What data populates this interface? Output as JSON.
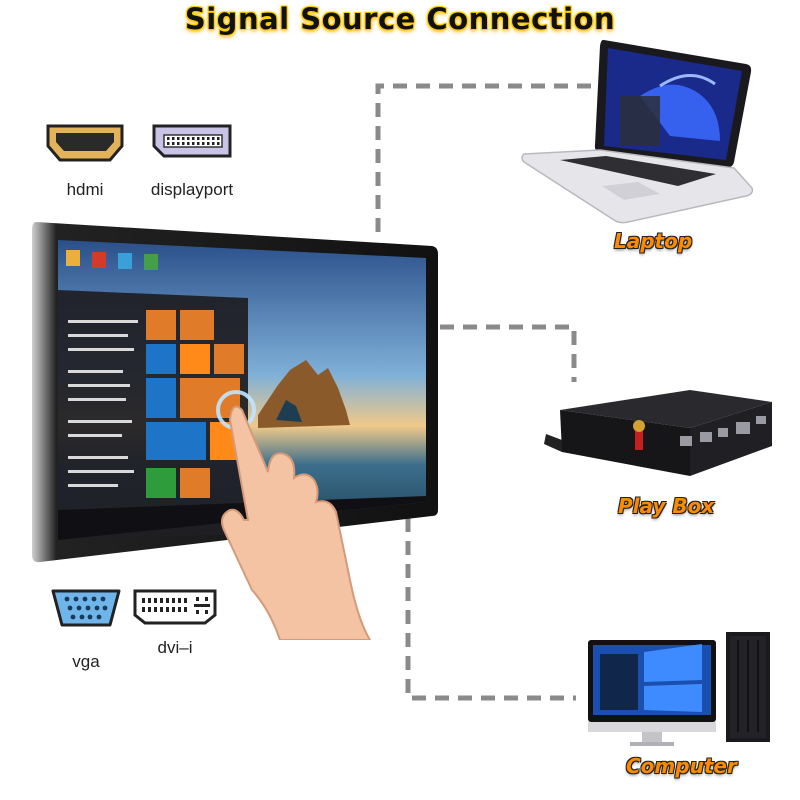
{
  "title": "Signal Source Connection",
  "ports": {
    "hdmi": "hdmi",
    "displayport": "displayport",
    "vga": "vga",
    "dvi": "dvi–i"
  },
  "devices": {
    "laptop": "Laptop",
    "play_box": "Play Box",
    "computer": "Computer"
  },
  "colors": {
    "title_glow": "#ffcc00",
    "device_label": "#ff8a00",
    "dash_line": "#8a8a8a",
    "hdmi_gold": "#e3b35a",
    "dp_lilac": "#c9c4e6",
    "vga_blue": "#6fb5ea"
  }
}
